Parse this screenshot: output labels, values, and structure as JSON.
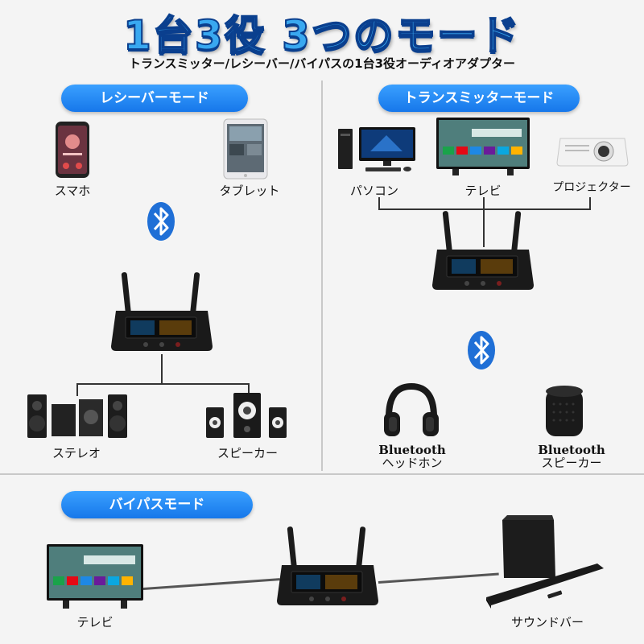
{
  "header": {
    "title": "1台3役 3つのモード",
    "subtitle": "トランスミッター/レシーバー/バイパスの1台3役オーディオアダプター"
  },
  "receiver_mode": {
    "label": "レシーバーモード",
    "sources": [
      "スマホ",
      "タブレット"
    ],
    "outputs": [
      "ステレオ",
      "スピーカー"
    ]
  },
  "transmitter_mode": {
    "label": "トランスミッターモード",
    "sources": [
      "パソコン",
      "テレビ",
      "プロジェクター"
    ],
    "outputs": [
      {
        "line1": "Bluetooth",
        "line2": "ヘッドホン"
      },
      {
        "line1": "Bluetooth",
        "line2": "スピーカー"
      }
    ]
  },
  "bypass_mode": {
    "label": "バイパスモード",
    "source": "テレビ",
    "output": "サウンドバー"
  },
  "icons": {
    "bluetooth": "bluetooth-icon",
    "device": "audio-adapter-icon"
  },
  "colors": {
    "accent": "#1677ea",
    "title_fill": "#39a8f0",
    "title_stroke": "#0a3f8e",
    "bluetooth": "#1f6fd6"
  }
}
